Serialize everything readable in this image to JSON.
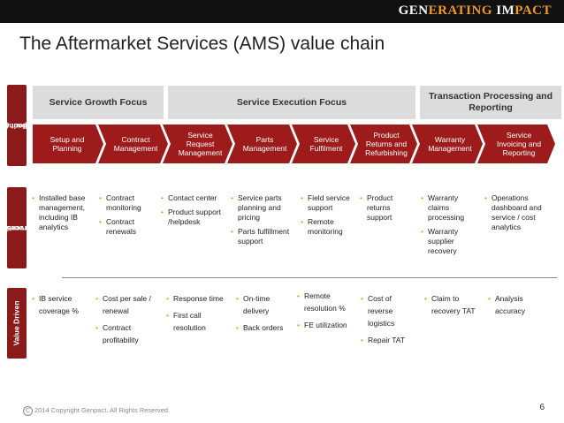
{
  "brand": {
    "part1": "GEN",
    "part2": "ERATING ",
    "part3": "IM",
    "part4": "PACT"
  },
  "title": "The Aftermarket Services (AMS) value chain",
  "side_labels": {
    "offerings": [
      "Genpact AMS",
      "Offerings"
    ],
    "process": [
      "Process",
      "Interventions"
    ],
    "value": "Value Driven"
  },
  "focus_areas": [
    "Service Growth Focus",
    "Service Execution Focus",
    "Transaction Processing and Reporting"
  ],
  "offerings": [
    "Setup and Planning",
    "Contract Management",
    "Service Request Management",
    "Parts Management",
    "Service Fulfilment",
    "Product Returns and Refurbishing",
    "Warranty Management",
    "Service Invoicing and Reporting"
  ],
  "process_interventions": [
    [
      "Installed base management, including IB analytics"
    ],
    [
      "Contract monitoring",
      "Contract renewals"
    ],
    [
      "Contact center",
      "Product support /helpdesk"
    ],
    [
      "Service parts planning and pricing",
      "Parts fulfillment support"
    ],
    [
      "Field service support",
      "Remote monitoring"
    ],
    [
      "Product returns support"
    ],
    [
      "Warranty claims processing",
      "Warranty supplier recovery"
    ],
    [
      "Operations dashboard and service / cost analytics"
    ]
  ],
  "value_drivers": [
    [
      "IB service coverage %"
    ],
    [
      "Cost per sale / renewal",
      "Contract profitability"
    ],
    [
      "Response time",
      "First call resolution"
    ],
    [
      "On-time delivery",
      "Back orders"
    ],
    [
      "Remote resolution %",
      "FE utilization"
    ],
    [
      "Cost of reverse logistics",
      "Repair TAT"
    ],
    [
      "Claim to recovery TAT"
    ],
    [
      "Analysis accuracy"
    ]
  ],
  "footer": {
    "copyright_symbol": "C",
    "text": "2014 Copyright Genpact. All Rights Reserved."
  },
  "page_number": "6",
  "colors": {
    "chevron": "#9e1b1b",
    "side_label": "#8b1a1a",
    "focus_band": "#dcdcdc",
    "bullet": "#f39a1e",
    "header_bar": "#111111"
  }
}
